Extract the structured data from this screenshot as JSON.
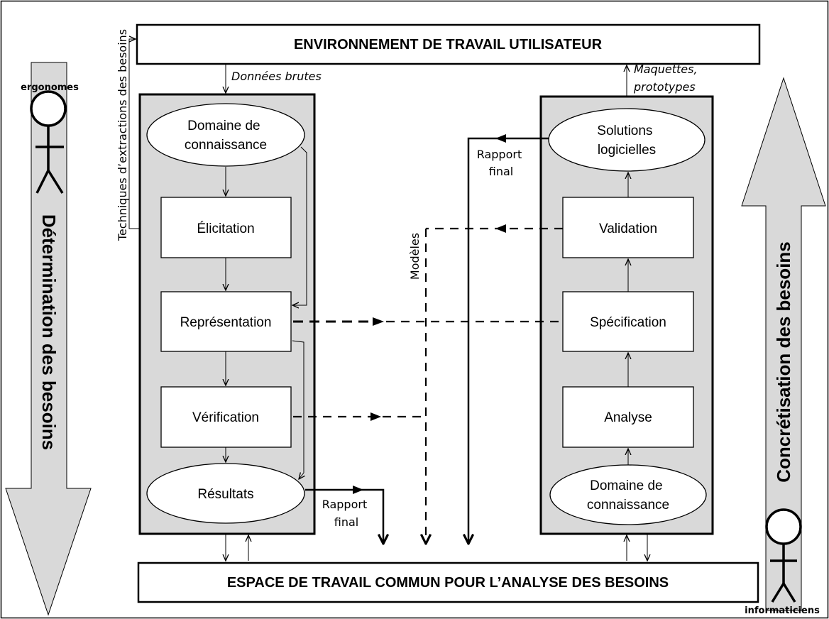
{
  "top_box": {
    "label": "ENVIRONNEMENT DE TRAVAIL UTILISATEUR"
  },
  "bottom_box": {
    "label": "ESPACE DE TRAVAIL COMMUN POUR L’ANALYSE DES BESOINS"
  },
  "ergonomists": {
    "label": "ergonomes",
    "arrow_label": "Détermination des besoins"
  },
  "developers": {
    "label": "informaticiens",
    "arrow_label": "Concrétisation des besoins"
  },
  "requirements_process": {
    "knowledge_domain": [
      "Domaine de",
      "connaissance"
    ],
    "elicitation": "Élicitation",
    "representation": "Représentation",
    "verification": "Vérification",
    "results": "Résultats"
  },
  "development_process": {
    "software_solutions": [
      "Solutions",
      "logicielles"
    ],
    "validation": "Validation",
    "specification": "Spécification",
    "analysis": "Analyse",
    "knowledge_domain": [
      "Domaine de",
      "connaissance"
    ]
  },
  "connectors": {
    "extraction_techniques": "Techniques d’extractions des besoins",
    "raw_data": "Données brutes",
    "mockups": [
      "Maquettes,",
      "prototypes"
    ],
    "models": "Modèles",
    "final_report_left": [
      "Rapport",
      "final"
    ],
    "final_report_right": [
      "Rapport",
      "final"
    ]
  }
}
